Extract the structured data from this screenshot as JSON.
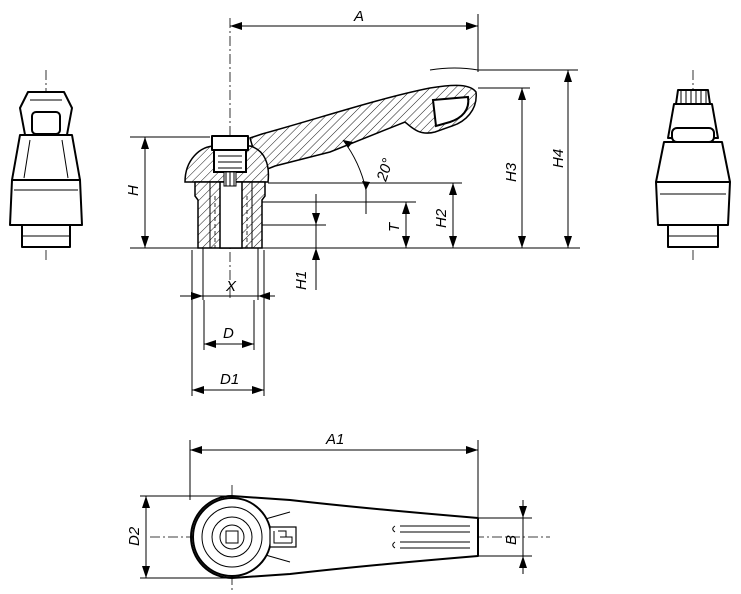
{
  "labels": {
    "A": "A",
    "A1": "A1",
    "H": "H",
    "H1": "H1",
    "H2": "H2",
    "H3": "H3",
    "H4": "H4",
    "T": "T",
    "X": "X",
    "D": "D",
    "D1": "D1",
    "D2": "D2",
    "B": "B",
    "angle": "20°"
  },
  "colors": {
    "line": "#000000",
    "background": "#ffffff"
  },
  "icons": {
    "logo_mark": "manufacturer-logo-icon"
  }
}
